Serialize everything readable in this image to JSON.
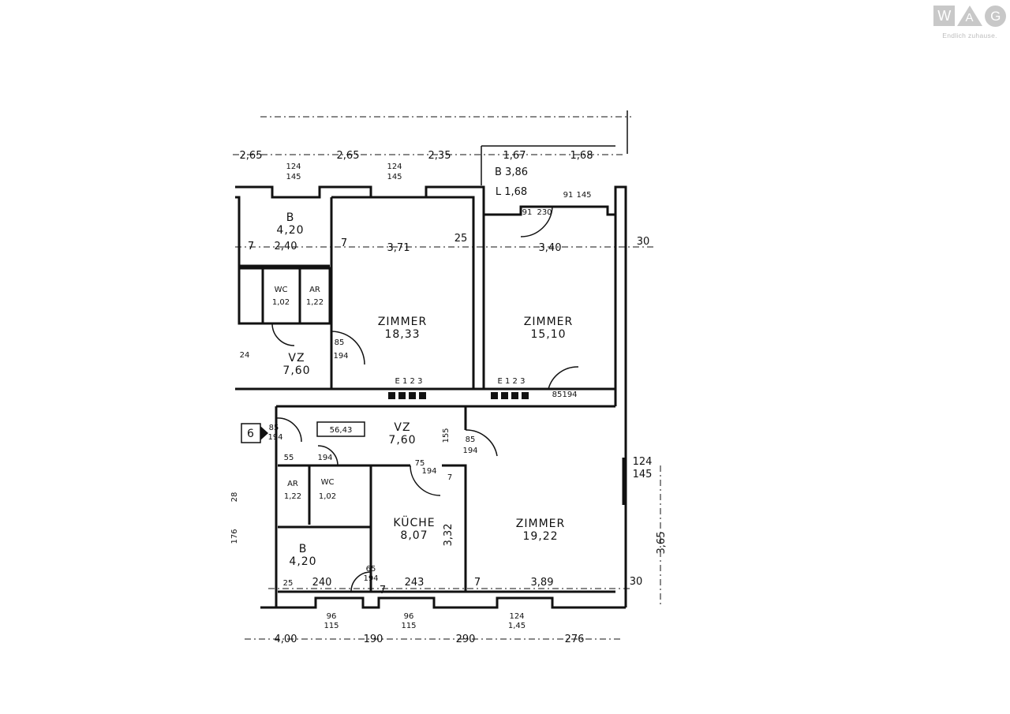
{
  "logo": {
    "letters": [
      "W",
      "A",
      "G"
    ],
    "claim": "Endlich zuhause."
  },
  "plan": {
    "total_area": "56,43",
    "apartment_number": "6",
    "top_dims": [
      "2,65",
      "2,65",
      "2,35",
      "1,67",
      "1,68"
    ],
    "bottom_dims": [
      "4,00",
      "190",
      "290",
      "276"
    ],
    "right_dims": [
      "30",
      "124",
      "145",
      "3,65",
      "30"
    ],
    "balcony": {
      "b": "B 3,86",
      "l": "L 1,68"
    },
    "rooms": [
      {
        "name": "B",
        "area": "4,20"
      },
      {
        "name": "WC",
        "area": "1,02"
      },
      {
        "name": "AR",
        "area": "1,22"
      },
      {
        "name": "VZ",
        "area": "7,60"
      },
      {
        "name": "ZIMMER",
        "area": "18,33"
      },
      {
        "name": "ZIMMER",
        "area": "15,10"
      },
      {
        "name": "VZ",
        "area": "7,60"
      },
      {
        "name": "AR",
        "area": "1,22"
      },
      {
        "name": "WC",
        "area": "1,02"
      },
      {
        "name": "KÜCHE",
        "area": "8,07"
      },
      {
        "name": "ZIMMER",
        "area": "19,22"
      },
      {
        "name": "B",
        "area": "4,20"
      }
    ],
    "inner_dims_top": [
      "7",
      "2,40",
      "7",
      "3,71",
      "25",
      "3,40"
    ],
    "inner_dims_bottom": [
      "25",
      "240",
      "7",
      "243",
      "7",
      "3,89"
    ],
    "vertical_dims": [
      "155",
      "3,32",
      "7"
    ],
    "window_labels": [
      "124",
      "145",
      "124",
      "145",
      "91",
      "145",
      "96",
      "115",
      "96",
      "115",
      "124",
      "1,45"
    ],
    "door_labels": [
      "91",
      "230",
      "85",
      "194",
      "85",
      "194",
      "85",
      "194",
      "85",
      "194",
      "75",
      "194",
      "65",
      "194",
      "55",
      "194"
    ],
    "radiators": [
      "E 1 2 3",
      "E 1 2 3"
    ],
    "left_partial": [
      "24",
      "28",
      "176"
    ]
  }
}
